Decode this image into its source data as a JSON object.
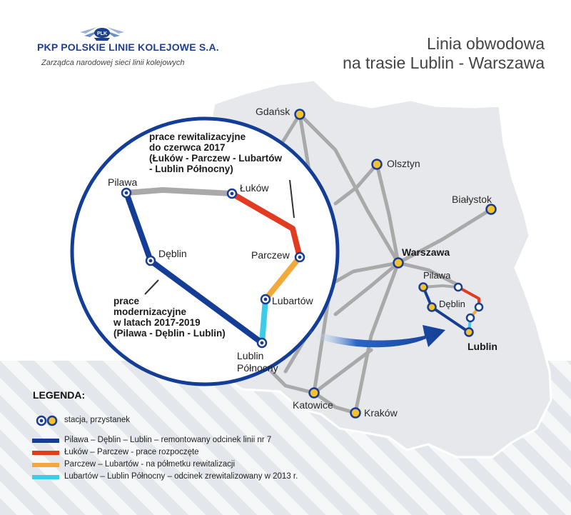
{
  "header": {
    "brand_name": "PKP POLSKIE LINIE KOLEJOWE S.A.",
    "logo_text": "PLK",
    "tagline": "Zarządca narodowej sieci linii kolejowych",
    "title_line1": "Linia obwodowa",
    "title_line2": "na trasie Lublin - Warszawa"
  },
  "cities": {
    "gdansk": "Gdańsk",
    "olsztyn": "Olsztyn",
    "bialystok": "Białystok",
    "warszawa": "Warszawa",
    "katowice": "Katowice",
    "krakow": "Kraków"
  },
  "mini": {
    "pilawa": "Pilawa",
    "deblin": "Dęblin",
    "lublin": "Lublin"
  },
  "zoom": {
    "pilawa": "Pilawa",
    "lukow": "Łuków",
    "deblin": "Dęblin",
    "parczew": "Parczew",
    "lubartow": "Lubartów",
    "lublin_line1": "Lublin",
    "lublin_line2": "Północny",
    "note_revitalization": [
      "prace rewitalizacyjne",
      "do czerwca 2017",
      "(Łuków - Parczew - Lubartów",
      "- Lublin Północny)"
    ],
    "note_modernization": [
      "prace",
      "modernizacyjne",
      "w latach 2017-2019",
      "(Pilawa - Dęblin - Lublin)"
    ]
  },
  "legend": {
    "title": "LEGENDA:",
    "items": [
      {
        "label": "stacja, przystanek"
      },
      {
        "label": "Pilawa – Dęblin – Lublin – remontowany odcinek linii nr 7"
      },
      {
        "label": "Łuków – Parczew - prace rozpoczęte"
      },
      {
        "label": "Parczew – Lubartów - na półmetku rewitalizacji"
      },
      {
        "label": "Lubartów – Lublin Północny – odcinek zrewitalizowany w 2013 r."
      }
    ]
  },
  "colors": {
    "dark_blue": "#143e96",
    "red": "#e23b22",
    "orange": "#f2a93b",
    "cyan": "#3ccbe8",
    "gray_line": "#a9a9a9",
    "station_fill": "#f3c22e"
  }
}
